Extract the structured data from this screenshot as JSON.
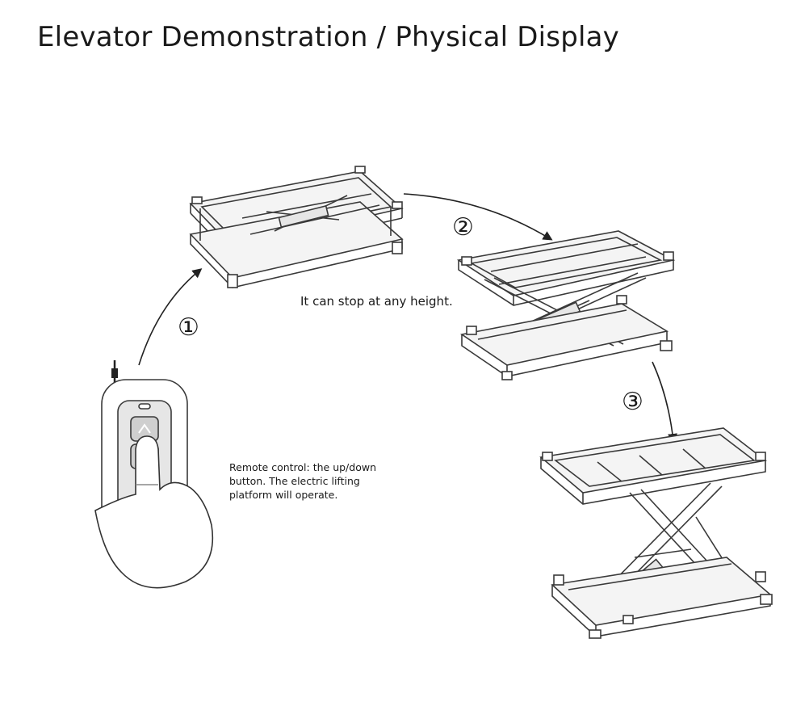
{
  "title": "Elevator Demonstration / Physical Display",
  "steps": [
    "①",
    "②",
    "③"
  ],
  "captions": {
    "height_note": "It can stop at any height.",
    "remote_lines": [
      "Remote control: the up/down",
      "button. The electric lifting",
      "platform will operate."
    ]
  },
  "colors": {
    "line": "#3a3a3a",
    "fill": "#f4f4f4",
    "device": "#e6e6e6"
  }
}
